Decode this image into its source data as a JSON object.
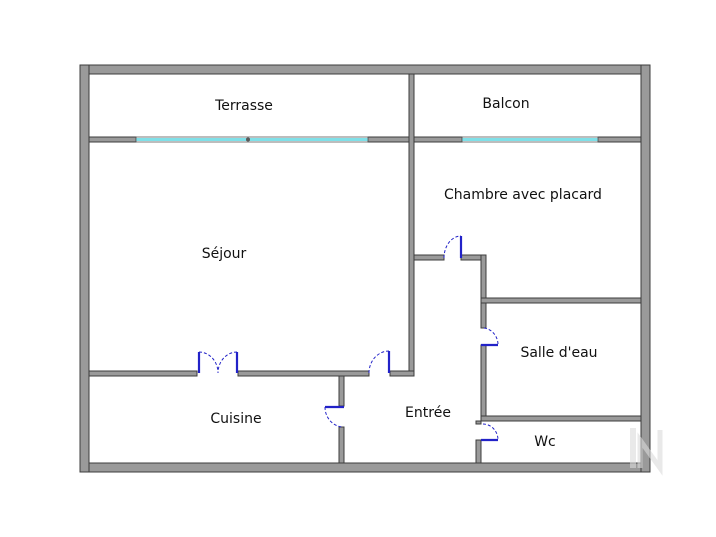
{
  "plan": {
    "wall_color": "#9a9a9a",
    "window_color": "#7fe0e8",
    "door_color": "#2222c8",
    "rooms": {
      "terrasse": "Terrasse",
      "balcon": "Balcon",
      "chambre": "Chambre avec placard",
      "sejour": "Séjour",
      "salle_eau": "Salle d'eau",
      "cuisine": "Cuisine",
      "entree": "Entrée",
      "wc": "Wc"
    }
  }
}
